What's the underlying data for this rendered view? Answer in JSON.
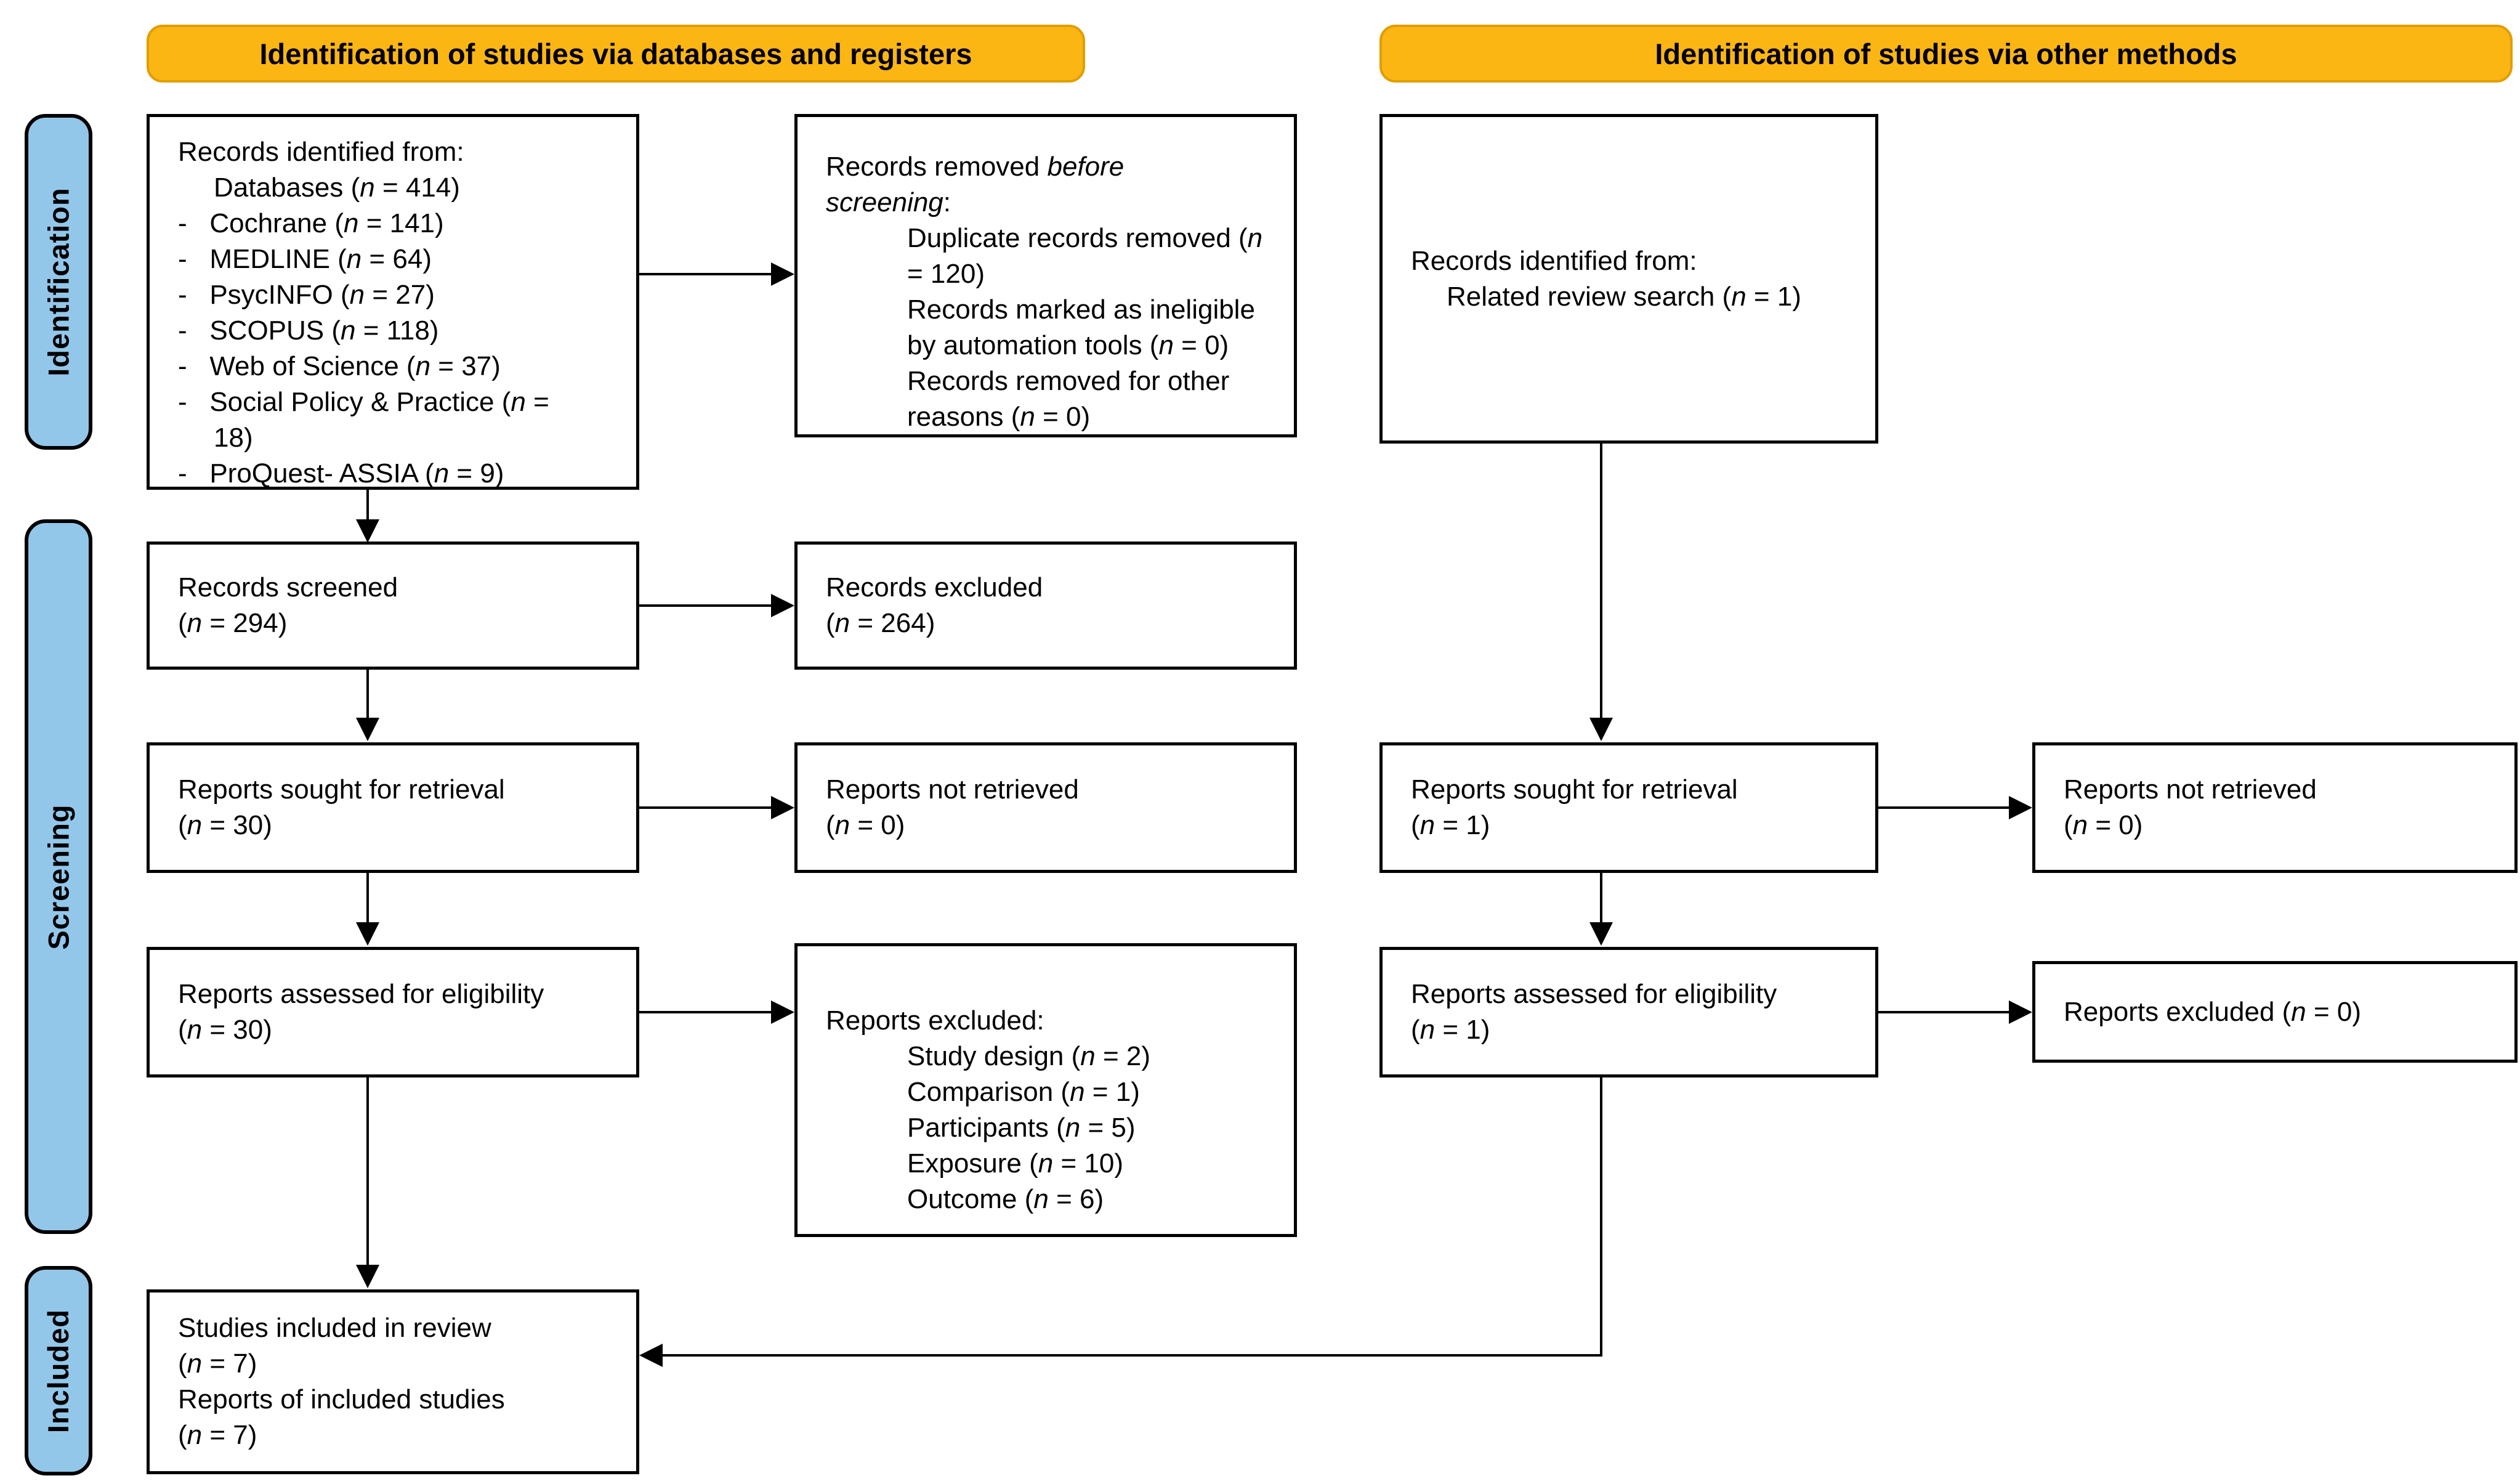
{
  "diagram": {
    "title": "PRISMA flow diagram",
    "colors": {
      "banner_fill": "#FCB614",
      "banner_border": "#E09E00",
      "stage_fill": "#92C7EA",
      "line_color": "#000000"
    },
    "banners": {
      "databases": "Identification of studies via databases and registers",
      "other": "Identification of studies via other methods"
    },
    "stages": {
      "identification": "Identification",
      "screening": "Screening",
      "included": "Included"
    },
    "boxes": {
      "identified_db": {
        "lines": [
          "Records identified from:",
          "Databases (*n* = 414)",
          "-   Cochrane (*n* = 141)",
          "-   MEDLINE (*n* = 64)",
          "-   PsycINFO (*n* = 27)",
          "-   SCOPUS (*n* = 118)",
          "-   Web of Science (*n* = 37)",
          "-   Social Policy & Practice (*n* =",
          "18)",
          "-   ProQuest- ASSIA (*n* = 9)"
        ]
      },
      "removed_before_screening": {
        "lines": [
          "Records removed *before*",
          "*screening*:",
          "Duplicate records removed (*n*",
          "= 120)",
          "Records marked as ineligible",
          "by automation tools (*n* = 0)",
          "Records removed for other",
          "reasons (*n* = 0)"
        ]
      },
      "identified_other": {
        "lines": [
          "Records identified from:",
          "Related review search (*n* = 1)"
        ]
      },
      "records_screened": {
        "lines": [
          "Records screened",
          "(*n* = 294)"
        ]
      },
      "records_excluded": {
        "lines": [
          "Records excluded",
          "(*n* = 264)"
        ]
      },
      "reports_sought_db": {
        "lines": [
          "Reports sought for retrieval",
          "(*n* = 30)"
        ]
      },
      "reports_not_retrieved_db": {
        "lines": [
          "Reports not retrieved",
          "(*n* = 0)"
        ]
      },
      "reports_sought_other": {
        "lines": [
          "Reports sought for retrieval",
          "(*n* = 1)"
        ]
      },
      "reports_not_retrieved_other": {
        "lines": [
          "Reports not retrieved",
          "(*n* = 0)"
        ]
      },
      "reports_assessed_db": {
        "lines": [
          "Reports assessed for eligibility",
          "(*n* = 30)"
        ]
      },
      "reports_excluded_reasons": {
        "lines": [
          "Reports excluded:",
          "Study design (*n* = 2)",
          "Comparison (*n* = 1)",
          "Participants (*n* = 5)",
          "Exposure (*n* = 10)",
          "Outcome (*n* = 6)"
        ]
      },
      "reports_assessed_other": {
        "lines": [
          "Reports assessed for eligibility",
          "(*n* = 1)"
        ]
      },
      "reports_excluded_other": {
        "lines": [
          "Reports excluded (*n* = 0)"
        ]
      },
      "included": {
        "lines": [
          "Studies included in review",
          "(*n* = 7)",
          "Reports of included studies",
          "(*n* = 7)"
        ]
      }
    }
  }
}
